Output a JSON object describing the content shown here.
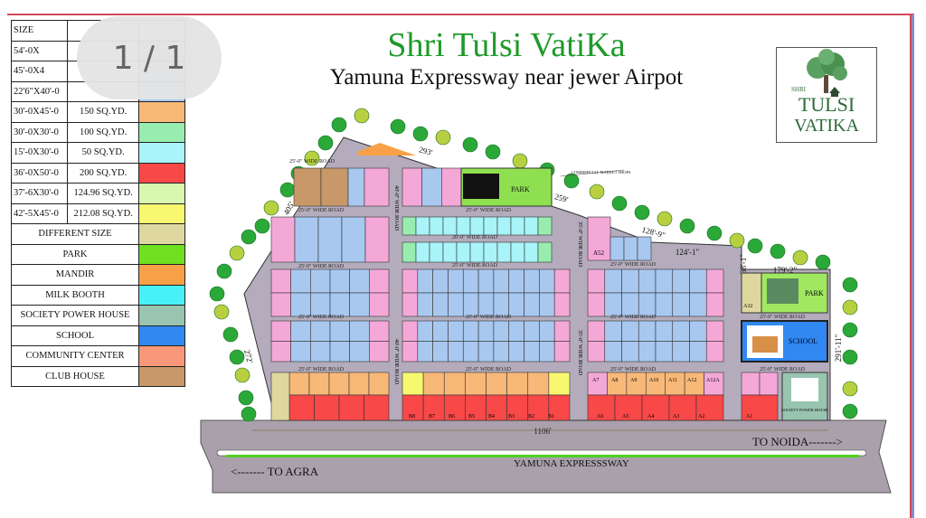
{
  "viewer": {
    "page_indicator": "1 / 1"
  },
  "title": "Shri Tulsi VatiKa",
  "subtitle": "Yamuna Expressway near jewer Airpot",
  "logo": {
    "small": "SHRI",
    "line1": "TULSI",
    "line2": "VATIKA"
  },
  "legend": {
    "header": "SIZE",
    "sized_rows": [
      {
        "size": "54'-0X",
        "area": "",
        "color": "#f4a8d8"
      },
      {
        "size": "45'-0X4",
        "area": "",
        "color": "#a8c8f0"
      },
      {
        "size": "22'6\"X40'-0",
        "area": "",
        "color": "#a8c8f0"
      },
      {
        "size": "30'-0X45'-0",
        "area": "150 SQ.YD.",
        "color": "#f8b878"
      },
      {
        "size": "30'-0X30'-0",
        "area": "100 SQ.YD.",
        "color": "#98ecb0"
      },
      {
        "size": "15'-0X30'-0",
        "area": "50 SQ.YD.",
        "color": "#a8f4f8"
      },
      {
        "size": "36'-0X50'-0",
        "area": "200 SQ.YD.",
        "color": "#f84848"
      },
      {
        "size": "37'-6X30'-0",
        "area": "124.96 SQ.YD.",
        "color": "#d8f8b0"
      },
      {
        "size": "42'-5X45'-0",
        "area": "212.08 SQ.YD.",
        "color": "#f8f870"
      }
    ],
    "named_rows": [
      {
        "label": "DIFFERENT SIZE",
        "color": "#ded8a0"
      },
      {
        "label": "PARK",
        "color": "#6ee020"
      },
      {
        "label": "MANDIR",
        "color": "#f8a048"
      },
      {
        "label": "MILK BOOTH",
        "color": "#48f0f8"
      },
      {
        "label": "SOCIETY POWER HOUSE",
        "color": "#98c4b0"
      },
      {
        "label": "SCHOOL",
        "color": "#3088f0"
      },
      {
        "label": "COMMUNITY  CENTER",
        "color": "#f89878"
      },
      {
        "label": "CLUB HOUSE",
        "color": "#c89868"
      }
    ]
  },
  "plan": {
    "road_color": "#b4acbc",
    "roads": {
      "wide25": "25'-0\" WIDE ROAD",
      "wide20": "20'-0\" WIDE ROAD",
      "wide40": "40'-0\" WIDE ROAD",
      "wide35": "35'-0\" WIDE ROAD"
    },
    "dimensions": {
      "top": "293'",
      "diag": "259'",
      "left": "405'",
      "left_lower": "272'",
      "r1": "128'-9\"",
      "r2": "124'-1\"",
      "r3": "38'-1\"",
      "r4": "179'-2\"",
      "right": "291'-11\"",
      "bottom": "1106'"
    },
    "labels": {
      "commercial": "COMMERCIAL MARKET SHOPS",
      "park": "PARK",
      "school": "SCHOOL",
      "power_house": "SOCIETY POWER HOUSE",
      "a52": "A52",
      "a32": "A32"
    },
    "bottom_row_a": [
      "A6",
      "A5",
      "A4",
      "A3",
      "A2",
      "A1"
    ],
    "bottom_row_b": [
      "B8",
      "B7",
      "B6",
      "B5",
      "B4",
      "B3",
      "B2",
      "B1"
    ],
    "row_a_upper": [
      "A7",
      "A8",
      "A9",
      "A10",
      "A11",
      "A12",
      "A12A"
    ],
    "highway": {
      "name": "YAMUNA  EXPRESSSWAY",
      "to_noida": "TO NOIDA------->",
      "to_agra": "<------- TO AGRA"
    }
  }
}
